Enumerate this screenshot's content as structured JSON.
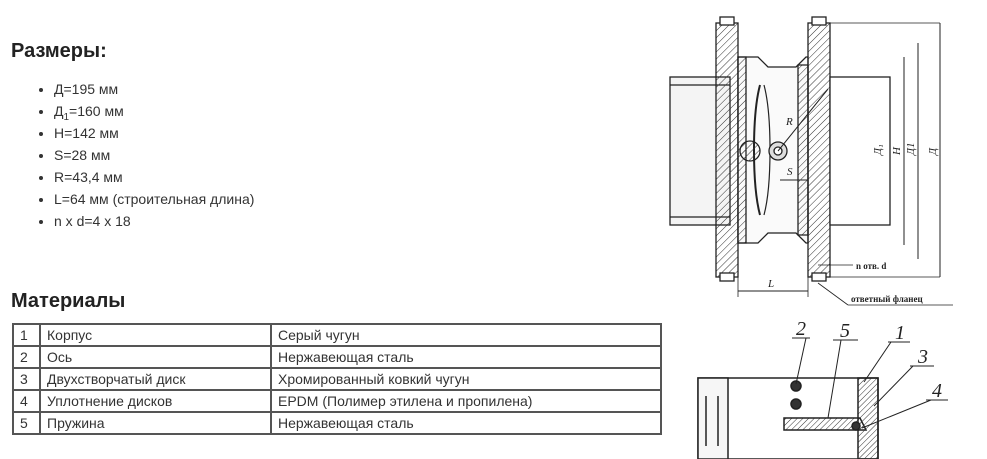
{
  "sizes": {
    "title": "Размеры:",
    "items": [
      {
        "pre": "Д=195 мм",
        "sub": "",
        "post": ""
      },
      {
        "pre": "Д",
        "sub": "1",
        "post": "=160 мм"
      },
      {
        "pre": "H=142 мм",
        "sub": "",
        "post": ""
      },
      {
        "pre": "S=28 мм",
        "sub": "",
        "post": ""
      },
      {
        "pre": "R=43,4 мм",
        "sub": "",
        "post": ""
      },
      {
        "pre": "L=64 мм (строительная длина)",
        "sub": "",
        "post": ""
      },
      {
        "pre": "n x d=4 x 18",
        "sub": "",
        "post": ""
      }
    ]
  },
  "materials": {
    "title": "Материалы",
    "rows": [
      {
        "num": "1",
        "name": "Корпус",
        "material": "Серый чугун"
      },
      {
        "num": "2",
        "name": "Ось",
        "material": "Нержавеющая сталь"
      },
      {
        "num": "3",
        "name": "Двухстворчатый диск",
        "material": "Хромированный ковкий чугун"
      },
      {
        "num": "4",
        "name": "Уплотнение дисков",
        "material": "EPDM (Полимер этилена и пропилена)"
      },
      {
        "num": "5",
        "name": "Пружина",
        "material": "Нержавеющая сталь"
      }
    ]
  },
  "drawing": {
    "labels": {
      "R": "R",
      "S": "S",
      "L": "L",
      "D1": "Д₁",
      "H": "Н",
      "D1b": "Д1",
      "D": "Д",
      "holes": "n отв. d",
      "flange": "ответный фланец"
    }
  },
  "section": {
    "callouts": [
      "2",
      "5",
      "1",
      "3",
      "4"
    ]
  }
}
